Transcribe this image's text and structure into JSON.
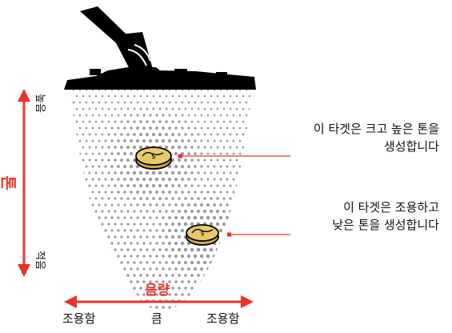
{
  "colors": {
    "accent": "#e8332a",
    "coil": "#000000",
    "coin_fill": "#e8c96a",
    "coin_stroke": "#000000",
    "halftone": "#9a9a9a"
  },
  "icons": {
    "coil": "detector-coil-icon",
    "coin": "coin-icon"
  },
  "tone_axis": {
    "label": "톤",
    "high": "높음",
    "low": "적음"
  },
  "volume_axis": {
    "label": "음량",
    "left": "조용함",
    "center": "큼",
    "right": "조용함"
  },
  "callouts": [
    {
      "lines": [
        "이 타겟은 크고 높은 톤을",
        "생성합니다"
      ]
    },
    {
      "lines": [
        "이 타겟은 조용하고",
        "낮은 톤을 생성합니다"
      ]
    }
  ]
}
